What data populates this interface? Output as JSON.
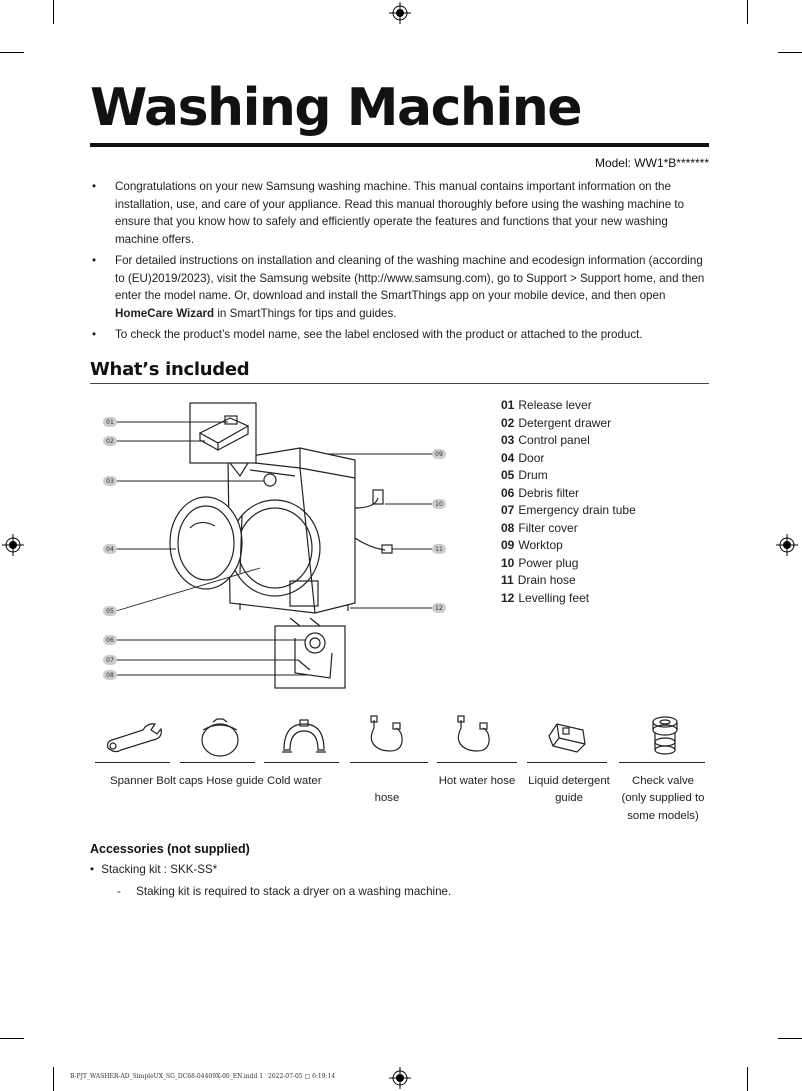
{
  "page": {
    "title": "Washing Machine",
    "model": "Model: WW1*B*******",
    "intro": [
      "Congratulations on your new Samsung washing machine. This manual contains important information on the installation, use, and care of your appliance. Read this manual thoroughly before using the washing machine to ensure that you know how to safely and efficiently operate the features and functions that your new washing machine offers.",
      {
        "before": "For detailed instructions on installation and cleaning of the washing machine and ecodesign information (according to (EU)2019/2023), visit the Samsung website (http://www.samsung.com), go to Support > Support home, and then enter the model name. Or, download and install the SmartThings app on your mobile device, and then open ",
        "bold": "HomeCare Wizard",
        "after": " in SmartThings for tips and guides."
      },
      "To check the product’s model name, see the label enclosed with the product or attached to the product."
    ],
    "bullet_char": "•"
  },
  "included": {
    "heading": "What’s included",
    "parts": [
      {
        "num": "01",
        "label": "Release lever"
      },
      {
        "num": "02",
        "label": "Detergent drawer"
      },
      {
        "num": "03",
        "label": "Control panel"
      },
      {
        "num": "04",
        "label": "Door"
      },
      {
        "num": "05",
        "label": "Drum"
      },
      {
        "num": "06",
        "label": "Debris filter"
      },
      {
        "num": "07",
        "label": "Emergency drain tube"
      },
      {
        "num": "08",
        "label": "Filter cover"
      },
      {
        "num": "09",
        "label": "Worktop"
      },
      {
        "num": "10",
        "label": "Power plug"
      },
      {
        "num": "11",
        "label": "Drain hose"
      },
      {
        "num": "12",
        "label": "Levelling feet"
      }
    ],
    "callouts": [
      "01",
      "02",
      "03",
      "04",
      "05",
      "06",
      "07",
      "08",
      "09",
      "10",
      "11",
      "12"
    ]
  },
  "accessories_supplied": {
    "labels": {
      "spanner_boltcaps_hoseguide_coldwater": "Spanner Bolt caps Hose guide Cold water",
      "coldwater_line2": "hose",
      "hotwater": "Hot water hose",
      "detergent_line1": "Liquid detergent",
      "detergent_line2": "guide",
      "checkvalve_line1": "Check valve",
      "checkvalve_line2": "(only supplied to",
      "checkvalve_line3": "some models)"
    },
    "icons": [
      "spanner-icon",
      "bolt-cap-icon",
      "hose-guide-icon",
      "cold-water-hose-icon",
      "hot-water-hose-icon",
      "liquid-detergent-guide-icon",
      "check-valve-icon"
    ]
  },
  "accessories_not_supplied": {
    "heading": "Accessories (not supplied)",
    "item": "Stacking kit : SKK-SS*",
    "dash": "-",
    "sub": "Staking kit is required to stack a dryer on a washing machine."
  },
  "footer": {
    "file": "B-PJT_WASHER-AD_SimpleUX_SG_DC68-04409X-00_EN.indd   1",
    "timestamp": "2022-07-05   □ 6:19:14"
  },
  "colors": {
    "text": "#222222",
    "rule": "#111111",
    "line": "#444444"
  }
}
